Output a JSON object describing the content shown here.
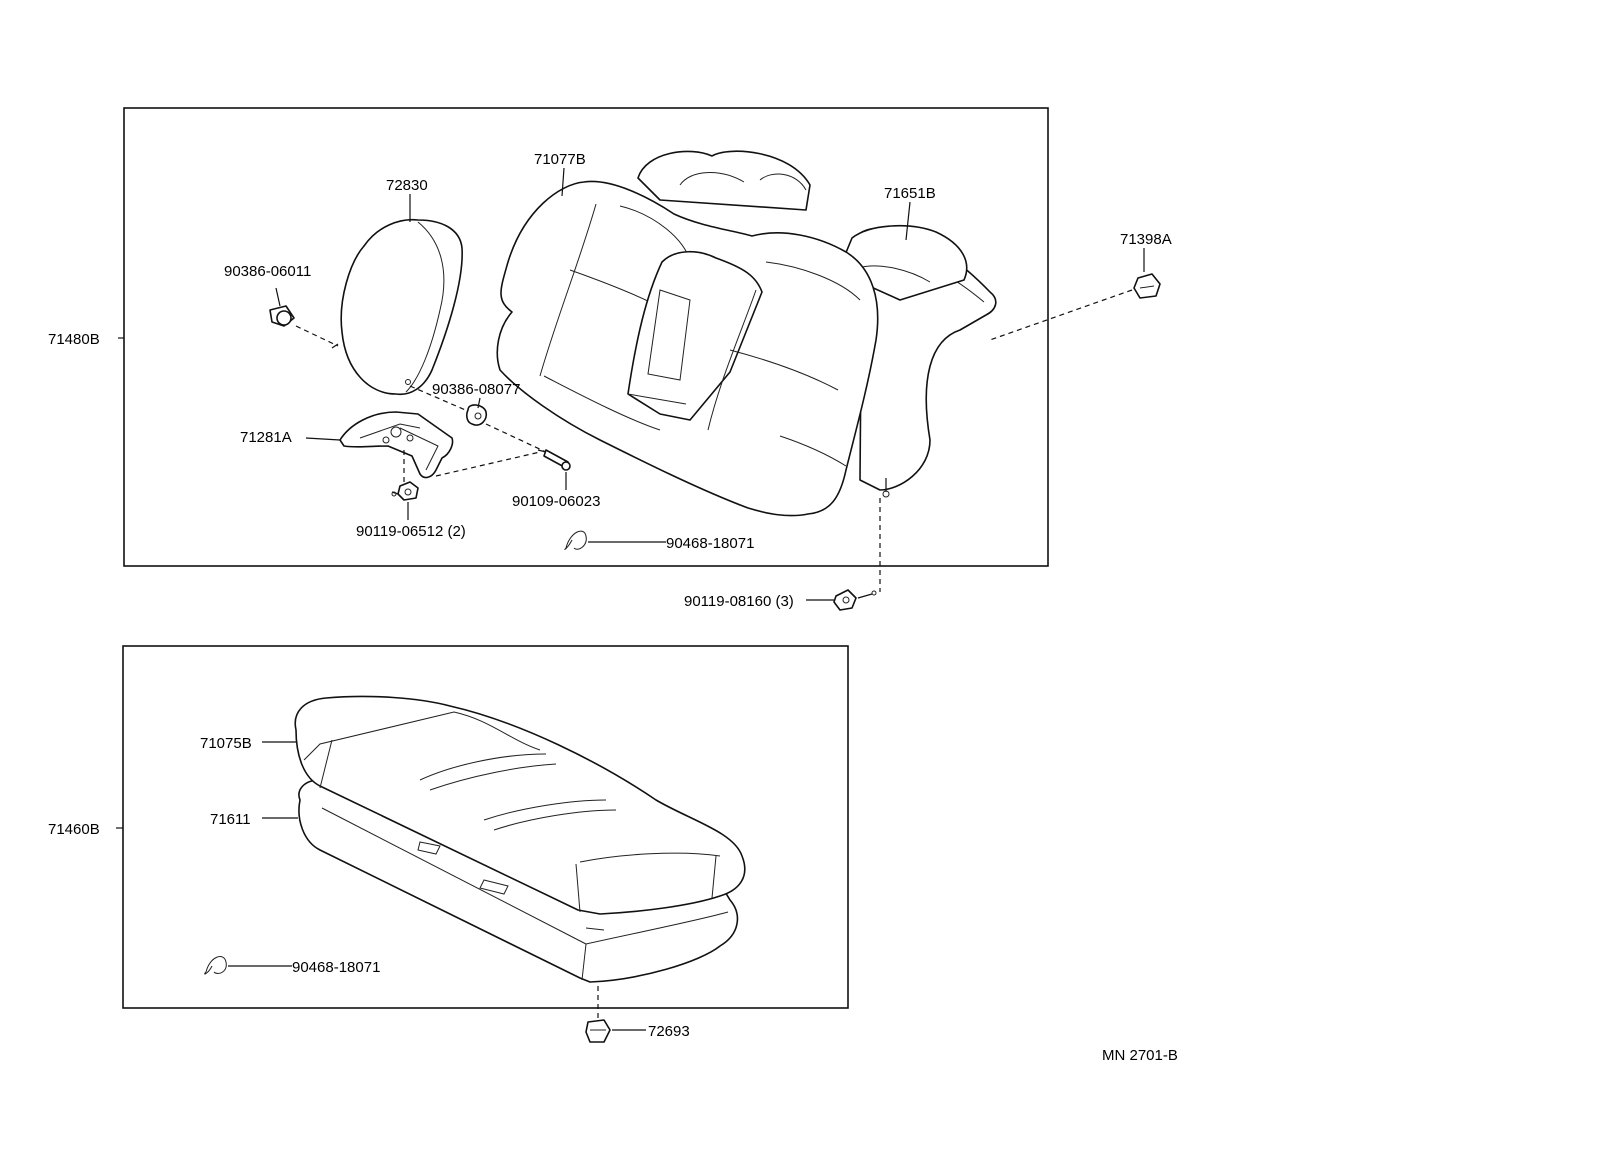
{
  "diagram": {
    "reference": "MN 2701-B",
    "seatback_assembly": {
      "assembly": "71480B",
      "parts": {
        "headrest": "72830",
        "headrest_bolt": "90386-06011",
        "cover_left": "71077B",
        "cover_right": "71651B",
        "clip": "71398A",
        "bushing": "90386-08077",
        "bracket": "71281A",
        "pin": "90109-06023",
        "bolt_bracket": "90119-06512 (2)",
        "hog_ring": "90468-18071",
        "bolt_outer": "90119-08160 (3)"
      }
    },
    "cushion_assembly": {
      "assembly": "71460B",
      "parts": {
        "cushion_cover": "71075B",
        "cushion_pad": "71611",
        "hog_ring": "90468-18071",
        "clip": "72693"
      }
    }
  }
}
